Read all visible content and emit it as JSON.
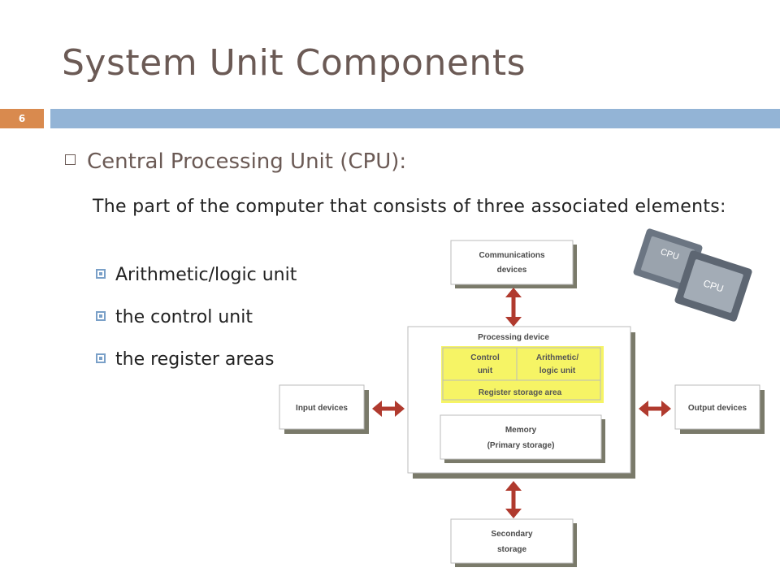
{
  "slide": {
    "title": "System Unit Components",
    "number": "6",
    "heading": "Central Processing Unit (CPU):",
    "paragraph": "The part of the computer that consists of three associated elements:",
    "items": [
      "Arithmetic/logic unit",
      "the control unit",
      "the register areas"
    ]
  },
  "diagram": {
    "communications": [
      "Communications",
      "devices"
    ],
    "processing_title": "Processing device",
    "control_unit": [
      "Control",
      "unit"
    ],
    "alu": [
      "Arithmetic/",
      "logic unit"
    ],
    "register": "Register storage area",
    "memory": [
      "Memory",
      "(Primary storage)"
    ],
    "input": "Input devices",
    "output": "Output devices",
    "secondary": [
      "Secondary",
      "storage"
    ],
    "chip_label_back": "CPU",
    "chip_label_front": "CPU"
  },
  "colors": {
    "title": "#6b5a55",
    "bar": "#93b4d6",
    "slide_number_bg": "#d98a4e",
    "arrow": "#b03a2e",
    "highlight": "#f4f24a",
    "box_shadow": "#7a7a6a"
  }
}
